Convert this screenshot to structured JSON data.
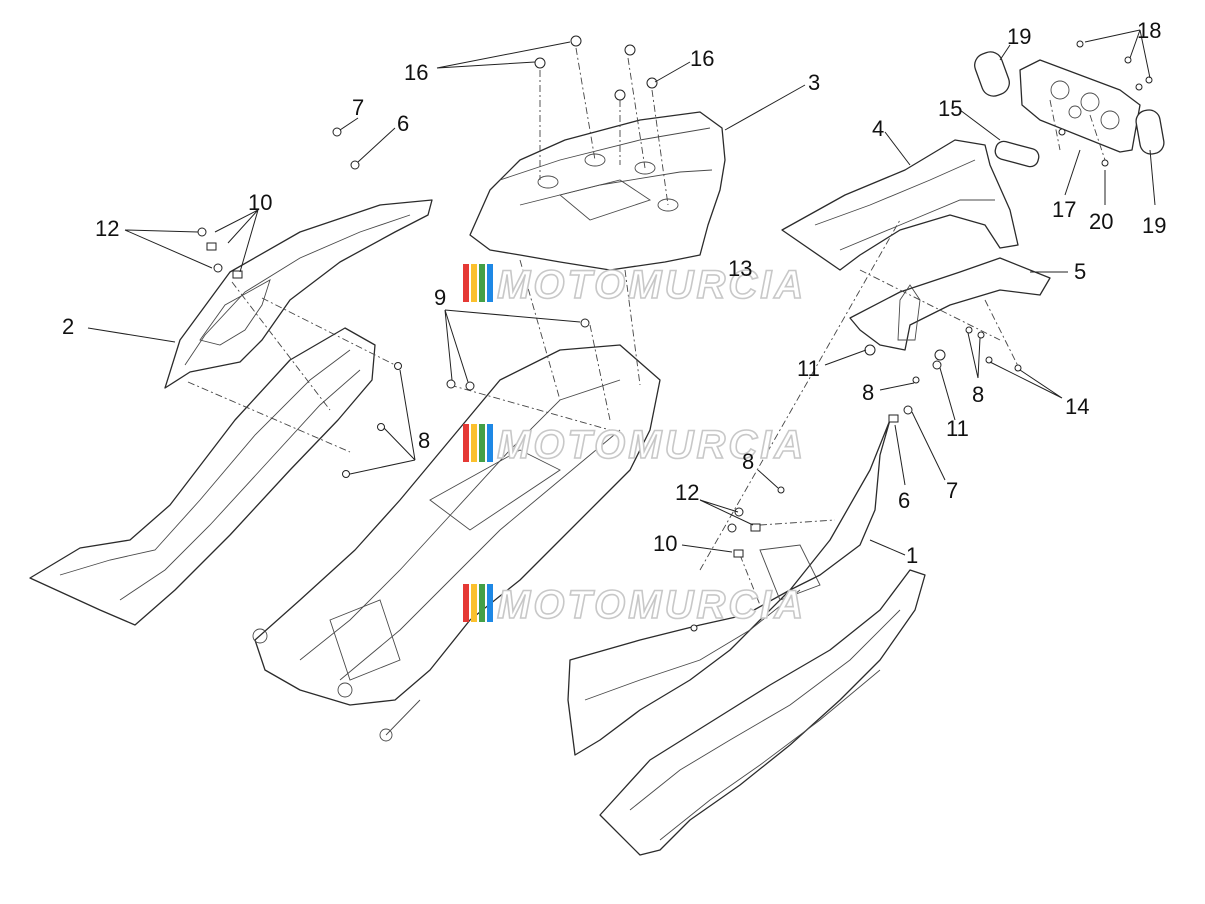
{
  "diagram": {
    "type": "exploded-parts-diagram",
    "callouts": [
      {
        "id": "c1",
        "label": "1"
      },
      {
        "id": "c2",
        "label": "2"
      },
      {
        "id": "c3",
        "label": "3"
      },
      {
        "id": "c4",
        "label": "4"
      },
      {
        "id": "c5",
        "label": "5"
      },
      {
        "id": "c6a",
        "label": "6"
      },
      {
        "id": "c6b",
        "label": "6"
      },
      {
        "id": "c7a",
        "label": "7"
      },
      {
        "id": "c7b",
        "label": "7"
      },
      {
        "id": "c8a",
        "label": "8"
      },
      {
        "id": "c8b",
        "label": "8"
      },
      {
        "id": "c8c",
        "label": "8"
      },
      {
        "id": "c8d",
        "label": "8"
      },
      {
        "id": "c9",
        "label": "9"
      },
      {
        "id": "c10a",
        "label": "10"
      },
      {
        "id": "c10b",
        "label": "10"
      },
      {
        "id": "c11a",
        "label": "11"
      },
      {
        "id": "c11b",
        "label": "11"
      },
      {
        "id": "c12a",
        "label": "12"
      },
      {
        "id": "c12b",
        "label": "12"
      },
      {
        "id": "c13",
        "label": "13"
      },
      {
        "id": "c14",
        "label": "14"
      },
      {
        "id": "c15",
        "label": "15"
      },
      {
        "id": "c16a",
        "label": "16"
      },
      {
        "id": "c16b",
        "label": "16"
      },
      {
        "id": "c17",
        "label": "17"
      },
      {
        "id": "c18",
        "label": "18"
      },
      {
        "id": "c19a",
        "label": "19"
      },
      {
        "id": "c19b",
        "label": "19"
      },
      {
        "id": "c20",
        "label": "20"
      }
    ],
    "watermark": "MOTOMURCIA",
    "watermark_colors": [
      "#e53935",
      "#fbc02d",
      "#43a047",
      "#1e88e5"
    ]
  }
}
